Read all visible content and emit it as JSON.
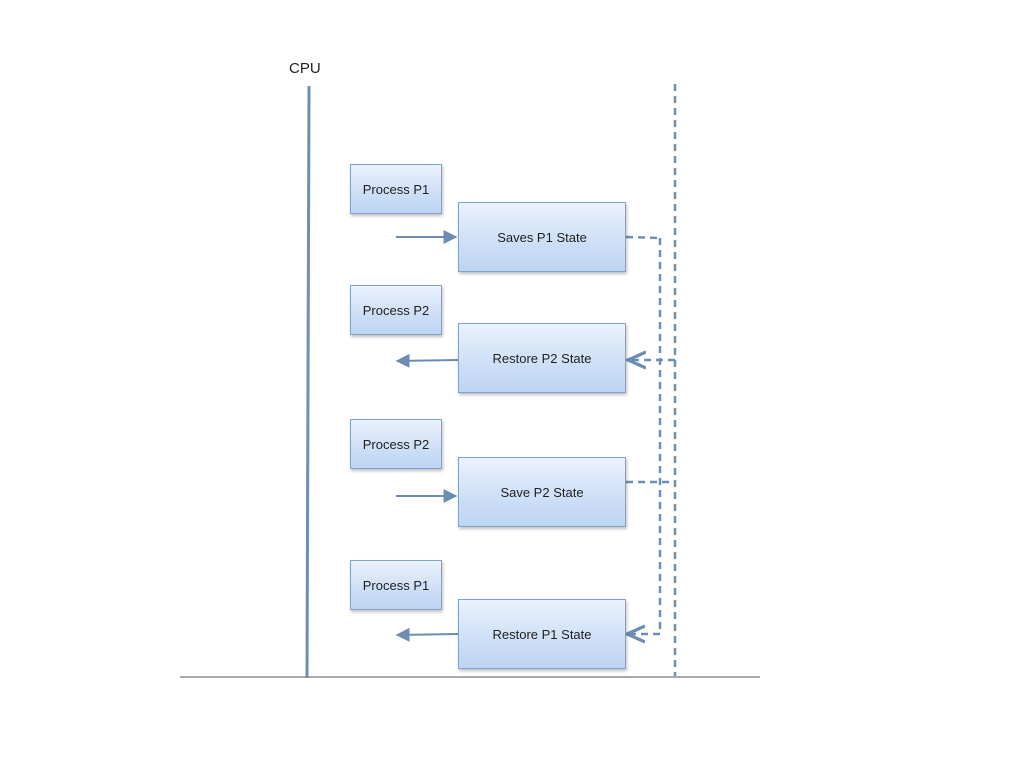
{
  "diagram": {
    "cpu_label": "CPU",
    "process_boxes": [
      "Process P1",
      "Process P2",
      "Process P2",
      "Process P1"
    ],
    "state_boxes": [
      "Saves P1 State",
      "Restore P2 State",
      "Save P2 State",
      "Restore P1 State"
    ],
    "colors": {
      "line": "#6e8fb4",
      "arrow": "#6c8db3",
      "box_border": "#7fa3c9",
      "box_fill_top": "#eaf2fd",
      "box_fill_bottom": "#bed4f2",
      "baseline": "#8a8f96"
    }
  }
}
